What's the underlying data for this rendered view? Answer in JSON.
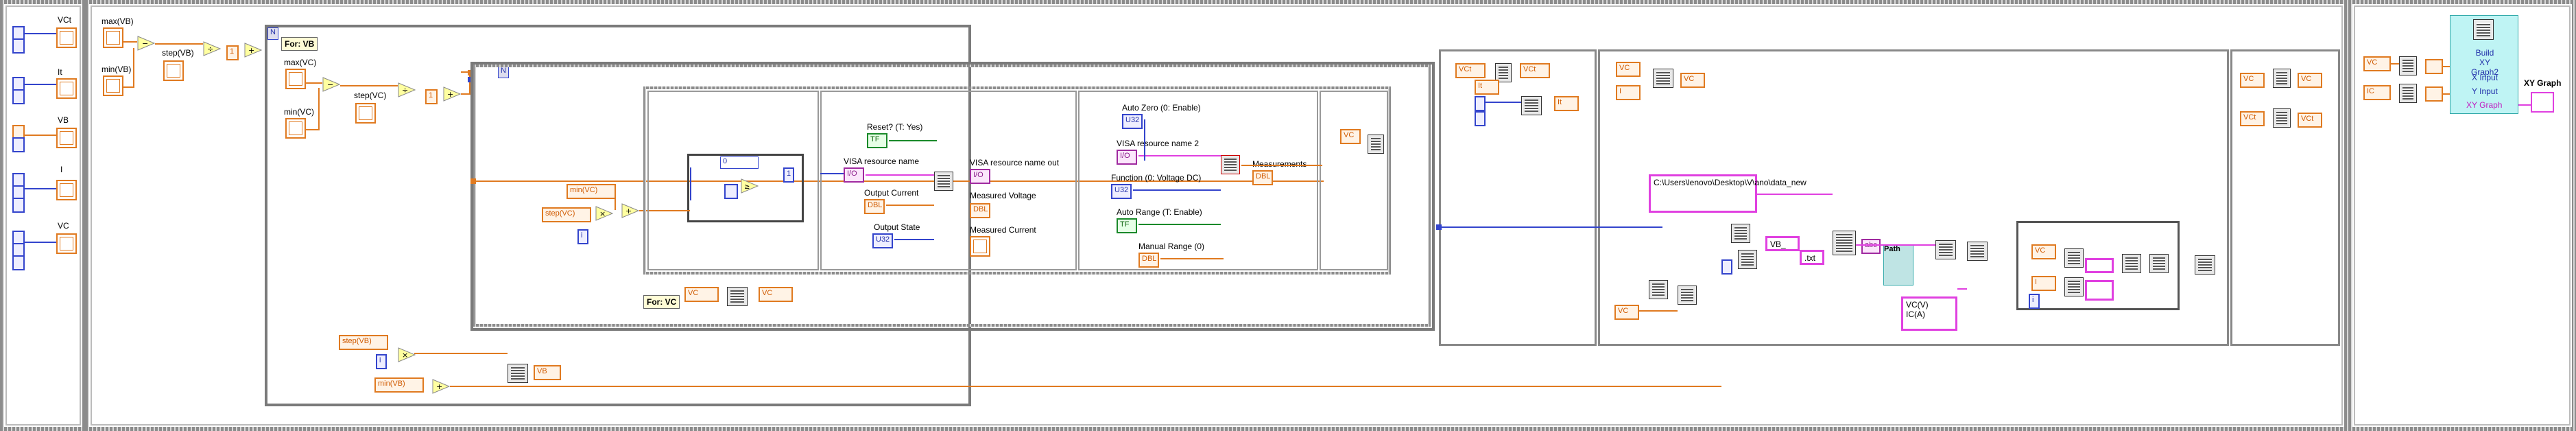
{
  "left_panel": {
    "controls": [
      "VCt",
      "It",
      "VB",
      "I",
      "VC"
    ]
  },
  "vb_setup": {
    "max_label": "max(VB)",
    "min_label": "min(VB)",
    "step_label": "step(VB)",
    "const_value": "1"
  },
  "vc_setup": {
    "note": "For: VB",
    "max_label": "max(VC)",
    "min_label": "min(VC)",
    "step_label": "step(VC)",
    "const_value": "1"
  },
  "inner_loop": {
    "min_local": "min(VC)",
    "step_local": "step(VC)",
    "numeric_const": "0",
    "const_value": "1",
    "note": "For: VC",
    "vc_local_1": "VC",
    "vc_local_2": "VC"
  },
  "visa_frame_1": {
    "reset_label": "Reset? (T: Yes)",
    "resource_label": "VISA resource name",
    "resource_out_label": "VISA resource name out",
    "output_current_label": "Output Current",
    "output_state_label": "Output State",
    "measured_voltage_label": "Measured Voltage",
    "measured_current_label": "Measured Current"
  },
  "visa_frame_2": {
    "auto_zero_label": "Auto Zero (0: Enable)",
    "resource2_label": "VISA resource name 2",
    "function_label": "Function (0: Voltage DC)",
    "auto_range_label": "Auto Range (T: Enable)",
    "manual_range_label": "Manual Range (0)",
    "measurements_label": "Measurements"
  },
  "post_loop": {
    "step_vb": "step(VB)",
    "min_vb": "min(VB)",
    "vb_local": "VB"
  },
  "right_frames": {
    "vct_local": "VCt",
    "it_local": "It",
    "vc_local": "VC",
    "i_local": "I",
    "vc_local_b": "VC",
    "path_text": "C:\\Users\\lenovo\\Desktop\\V\\ano\\data_new",
    "vb_string": "VB_",
    "ext_string": ".txt",
    "path_label": "Path",
    "header_text": "VC(V)\nIC(A)",
    "last_vc": "VC",
    "last_vct": "VCt"
  },
  "graph_panel": {
    "vc": "VC",
    "ic": "IC",
    "build_title": "Build XY Graph2",
    "x_input": "X Input",
    "y_input": "Y Input",
    "xy_graph_out": "XY Graph",
    "xy_graph_label": "XY Graph"
  },
  "colors": {
    "double": "#e07a20",
    "integer": "#3344cc",
    "string": "#e040e0",
    "boolean": "#1a8a2a"
  }
}
